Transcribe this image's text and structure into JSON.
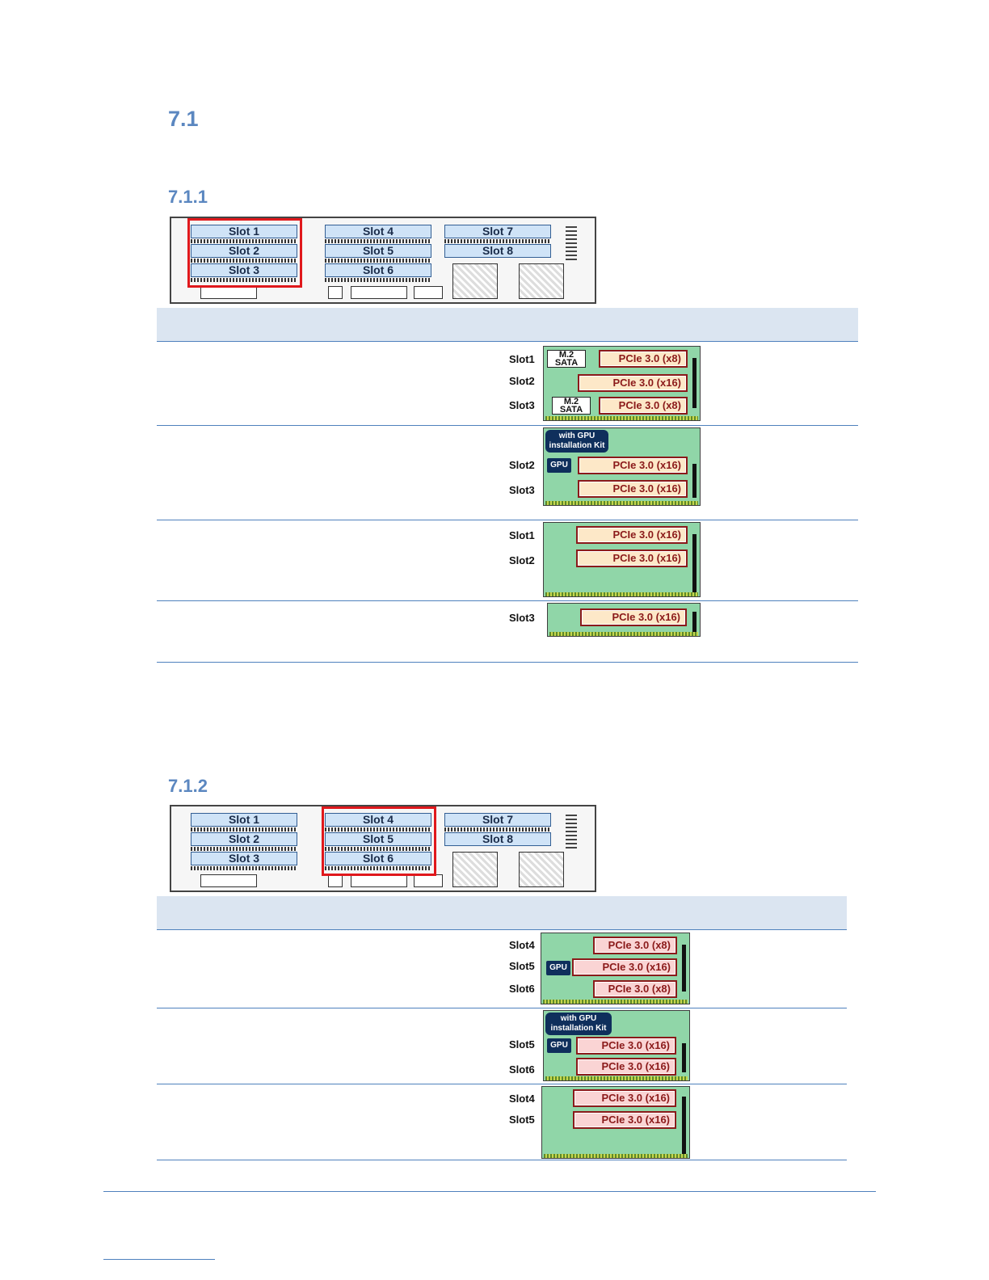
{
  "section": {
    "number": "7.1"
  },
  "sub_a": {
    "number": "7.1.1"
  },
  "sub_b": {
    "number": "7.1.2"
  },
  "chassis": {
    "slots": [
      "Slot 1",
      "Slot 2",
      "Slot 3",
      "Slot 4",
      "Slot 5",
      "Slot 6",
      "Slot 7",
      "Slot 8"
    ]
  },
  "labels": {
    "slot1": "Slot1",
    "slot2": "Slot2",
    "slot3": "Slot3",
    "slot4": "Slot4",
    "slot5": "Slot5",
    "slot6": "Slot6",
    "pcie_x8": "PCIe 3.0 (x8)",
    "pcie_x16": "PCIe 3.0 (x16)",
    "m2_line1": "M.2",
    "m2_line2": "SATA",
    "gpu": "GPU",
    "kit_line1": "with GPU",
    "kit_line2": "installation Kit"
  },
  "colors": {
    "heading": "#5b87c0",
    "highlight": "#e0181c",
    "riser": "#90d6a8",
    "pcie_border": "#8b1a1a",
    "gpu_badge": "#0f2f5c",
    "table_header": "#dbe5f1"
  }
}
